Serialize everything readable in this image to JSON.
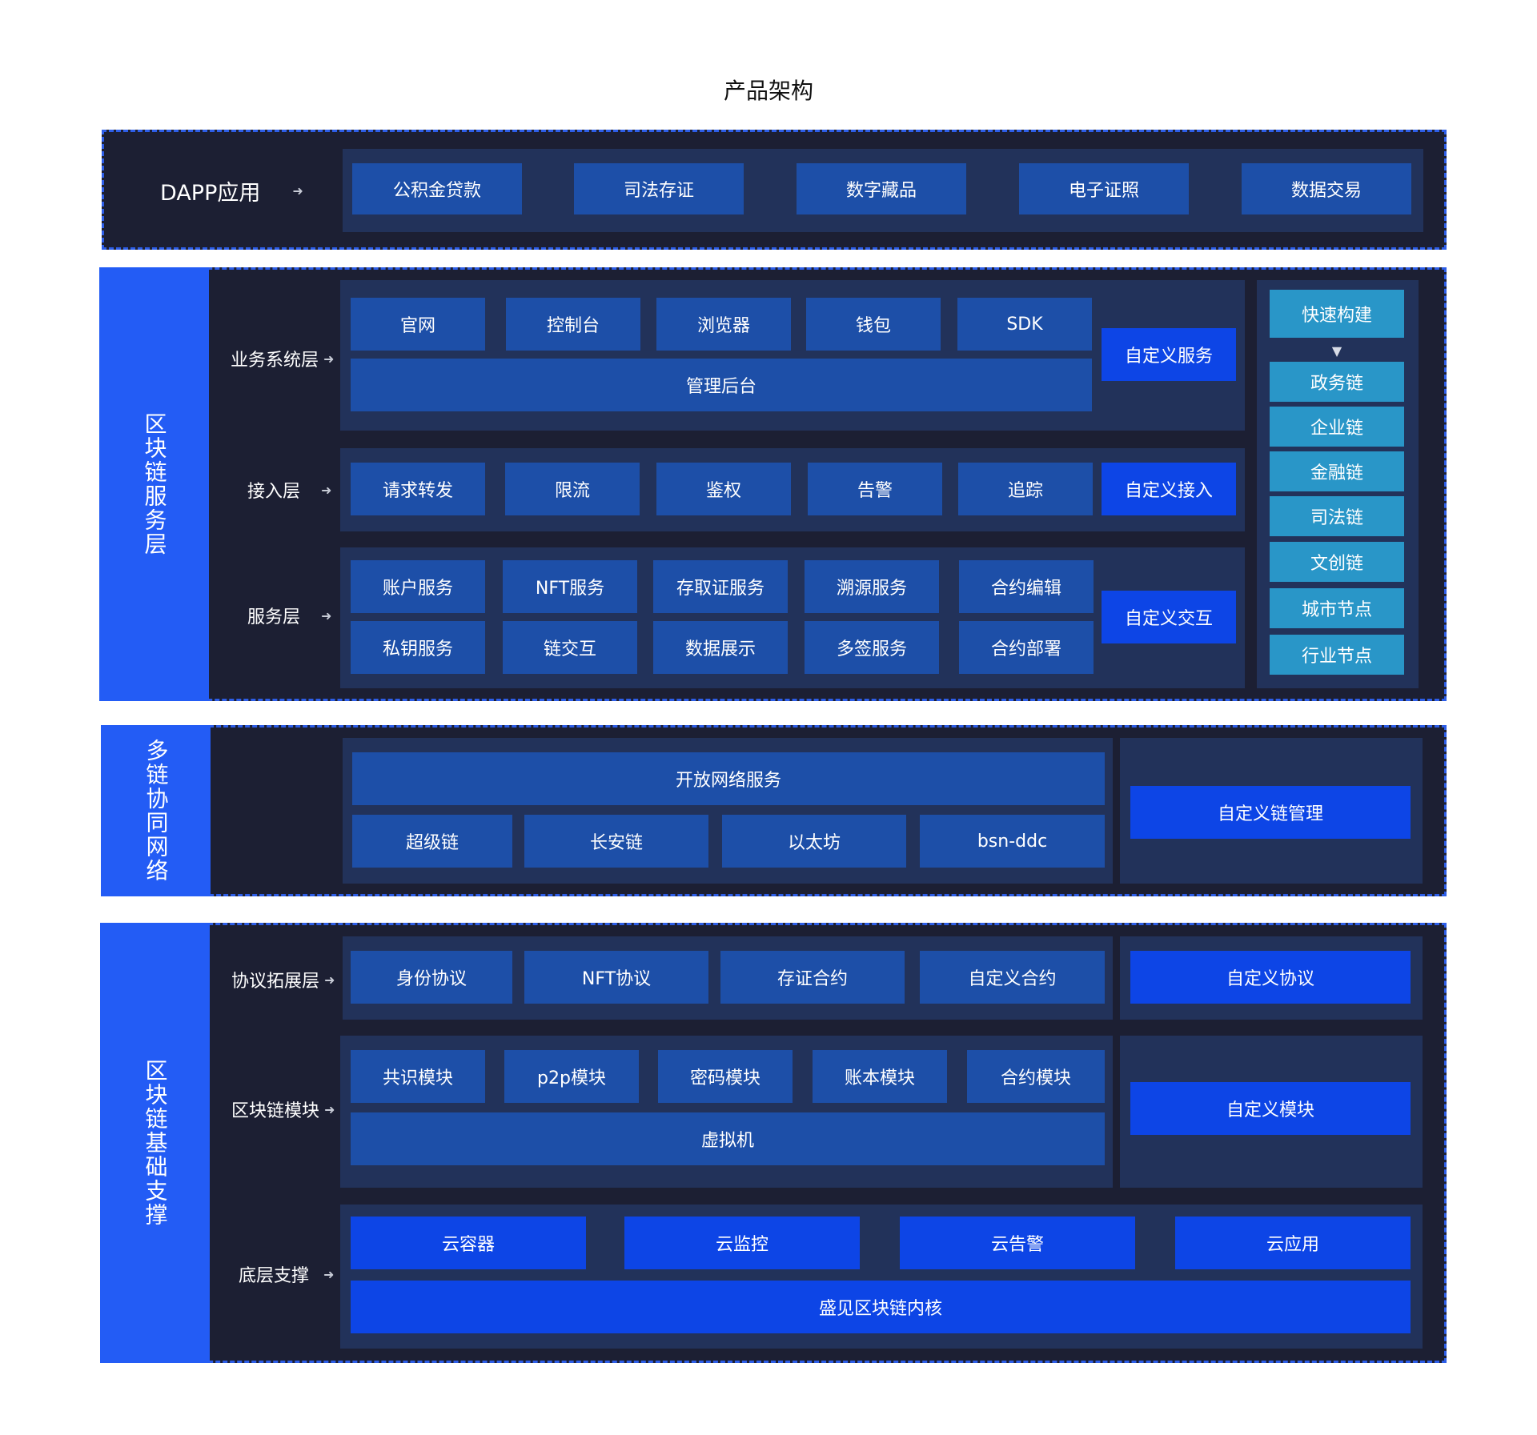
{
  "title": "产品架构",
  "arrow": "➜",
  "down_arrow": "▼",
  "dapp": {
    "label": "DAPP应用",
    "items": [
      "公积金贷款",
      "司法存证",
      "数字藏品",
      "电子证照",
      "数据交易"
    ]
  },
  "service": {
    "side": "区块链服务层",
    "business": {
      "label": "业务系统层",
      "items": [
        "官网",
        "控制台",
        "浏览器",
        "钱包",
        "SDK"
      ],
      "bottom": "管理后台",
      "custom": "自定义服务"
    },
    "access": {
      "label": "接入层",
      "items": [
        "请求转发",
        "限流",
        "鉴权",
        "告警",
        "追踪"
      ],
      "custom": "自定义接入"
    },
    "svc": {
      "label": "服务层",
      "row1": [
        "账户服务",
        "NFT服务",
        "存取证服务",
        "溯源服务",
        "合约编辑"
      ],
      "row2": [
        "私钥服务",
        "链交互",
        "数据展示",
        "多签服务",
        "合约部署"
      ],
      "custom": "自定义交互"
    },
    "right": {
      "top": "快速构建",
      "items": [
        "政务链",
        "企业链",
        "金融链",
        "司法链",
        "文创链",
        "城市节点",
        "行业节点"
      ]
    }
  },
  "multi": {
    "side": "多链协同网络",
    "top": "开放网络服务",
    "items": [
      "超级链",
      "长安链",
      "以太坊",
      "bsn-ddc"
    ],
    "custom": "自定义链管理"
  },
  "base": {
    "side": "区块链基础支撑",
    "protocol": {
      "label": "协议拓展层",
      "items": [
        "身份协议",
        "NFT协议",
        "存证合约",
        "自定义合约"
      ],
      "custom": "自定义协议"
    },
    "module": {
      "label": "区块链模块",
      "items": [
        "共识模块",
        "p2p模块",
        "密码模块",
        "账本模块",
        "合约模块"
      ],
      "bottom": "虚拟机",
      "custom": "自定义模块"
    },
    "infra": {
      "label": "底层支撑",
      "items": [
        "云容器",
        "云监控",
        "云告警",
        "云应用"
      ],
      "bottom": "盛见区块链内核"
    }
  },
  "colors": {
    "panel": "#1c1f33",
    "side": "#235cf5",
    "group": "#22325a",
    "box_dark": "#1d4fa8",
    "box_bright": "#0d45e6",
    "box_teal": "#2996c8"
  }
}
